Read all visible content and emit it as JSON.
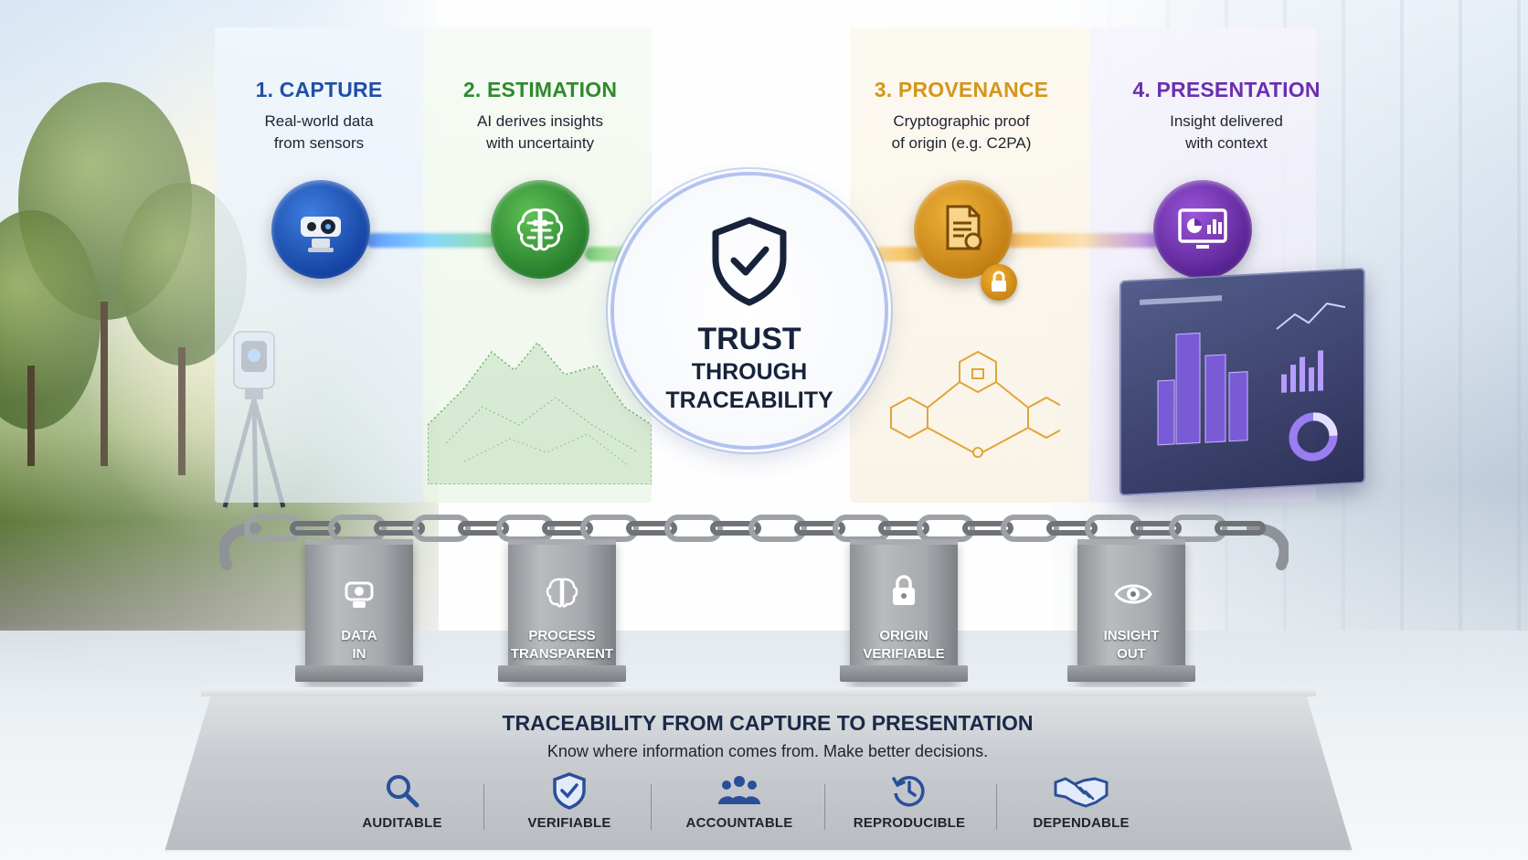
{
  "steps": [
    {
      "title": "1. CAPTURE",
      "description": "Real-world data\nfrom sensors",
      "color": "#1f4fa8",
      "icon": "camera-sensor-icon"
    },
    {
      "title": "2. ESTIMATION",
      "description": "AI derives insights\nwith uncertainty",
      "color": "#2e8a2e",
      "icon": "brain-circuit-icon"
    },
    {
      "title": "3. PROVENANCE",
      "description": "Cryptographic proof\nof origin (e.g. C2PA)",
      "color": "#d4961b",
      "icon": "document-lock-icon"
    },
    {
      "title": "4. PRESENTATION",
      "description": "Insight delivered\nwith context",
      "color": "#6a2fb0",
      "icon": "dashboard-monitor-icon"
    }
  ],
  "center": {
    "line1": "TRUST",
    "line2": "THROUGH",
    "line3": "TRACEABILITY",
    "icon": "shield-check-icon"
  },
  "pillars": [
    {
      "label": "DATA\nIN",
      "icon": "sensor-icon"
    },
    {
      "label": "PROCESS\nTRANSPARENT",
      "icon": "brain-icon"
    },
    {
      "label": "ORIGIN\nVERIFIABLE",
      "icon": "padlock-icon"
    },
    {
      "label": "INSIGHT\nOUT",
      "icon": "eye-icon"
    }
  ],
  "base": {
    "title": "TRACEABILITY FROM CAPTURE TO PRESENTATION",
    "subtitle": "Know where information comes from. Make better decisions."
  },
  "values": [
    {
      "label": "AUDITABLE",
      "icon": "magnifier-icon"
    },
    {
      "label": "VERIFIABLE",
      "icon": "shield-check-icon"
    },
    {
      "label": "ACCOUNTABLE",
      "icon": "people-group-icon"
    },
    {
      "label": "REPRODUCIBLE",
      "icon": "clock-refresh-icon"
    },
    {
      "label": "DEPENDABLE",
      "icon": "handshake-icon"
    }
  ],
  "colors": {
    "navy": "#17233b",
    "capture": "#1f4fa8",
    "estimation": "#2e8a2e",
    "provenance": "#d4961b",
    "presentation": "#6a2fb0",
    "icon_blue": "#2a4f9a"
  }
}
